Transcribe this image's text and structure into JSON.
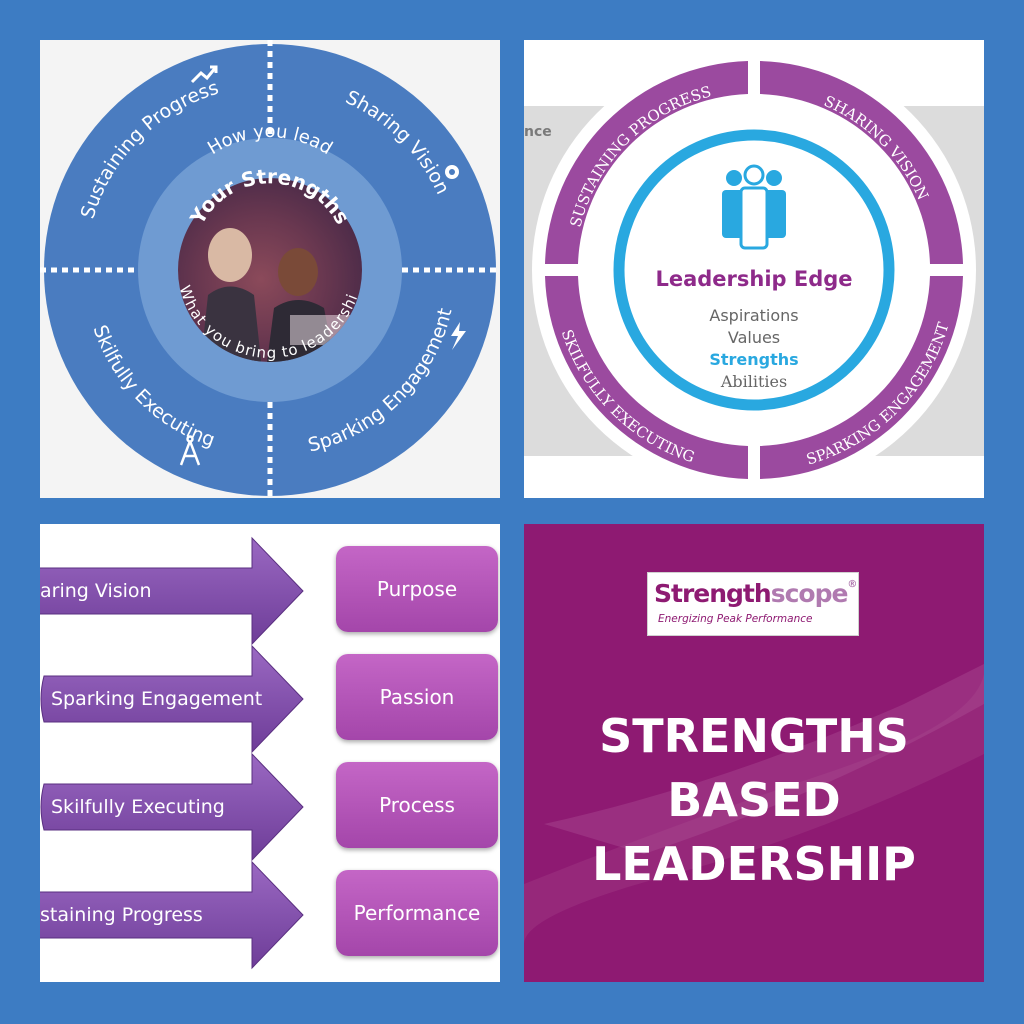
{
  "panel1": {
    "segments": [
      "Sustaining Progress",
      "Sharing Vision",
      "Sparking Engagement",
      "Skilfully Executing"
    ],
    "inner_top": "How you lead",
    "center_title": "Your Strengths",
    "center_bottom": "What you bring to leadership"
  },
  "panel2": {
    "segments": [
      "SUSTAINING PROGRESS",
      "SHARING VISION",
      "SPARKING ENGAGEMENT",
      "SKILFULLY EXECUTING"
    ],
    "edge_fragment": "nce",
    "title": "Leadership Edge",
    "items": [
      "Aspirations",
      "Values",
      "Strengths",
      "Abilities"
    ]
  },
  "panel3": {
    "arrows": [
      "aring Vision",
      "Sparking Engagement",
      "Skilfully Executing",
      "staining Progress"
    ],
    "boxes": [
      "Purpose",
      "Passion",
      "Process",
      "Performance"
    ]
  },
  "panel4": {
    "logo_main_a": "Strength",
    "logo_main_b": "scope",
    "logo_reg": "®",
    "logo_tagline": "Energizing Peak Performance",
    "title_lines": [
      "STRENGTHS",
      "BASED",
      "LEADERSHIP"
    ]
  },
  "colors": {
    "background": "#3d7cc3",
    "p1_blue": "#4a7cc0",
    "p2_purple": "#9b4a9f",
    "p2_cyan": "#29a8e0",
    "p3_arrow": "#7d4aa8",
    "p3_box": "#b452b8",
    "p4_magenta": "#8e1a72"
  }
}
